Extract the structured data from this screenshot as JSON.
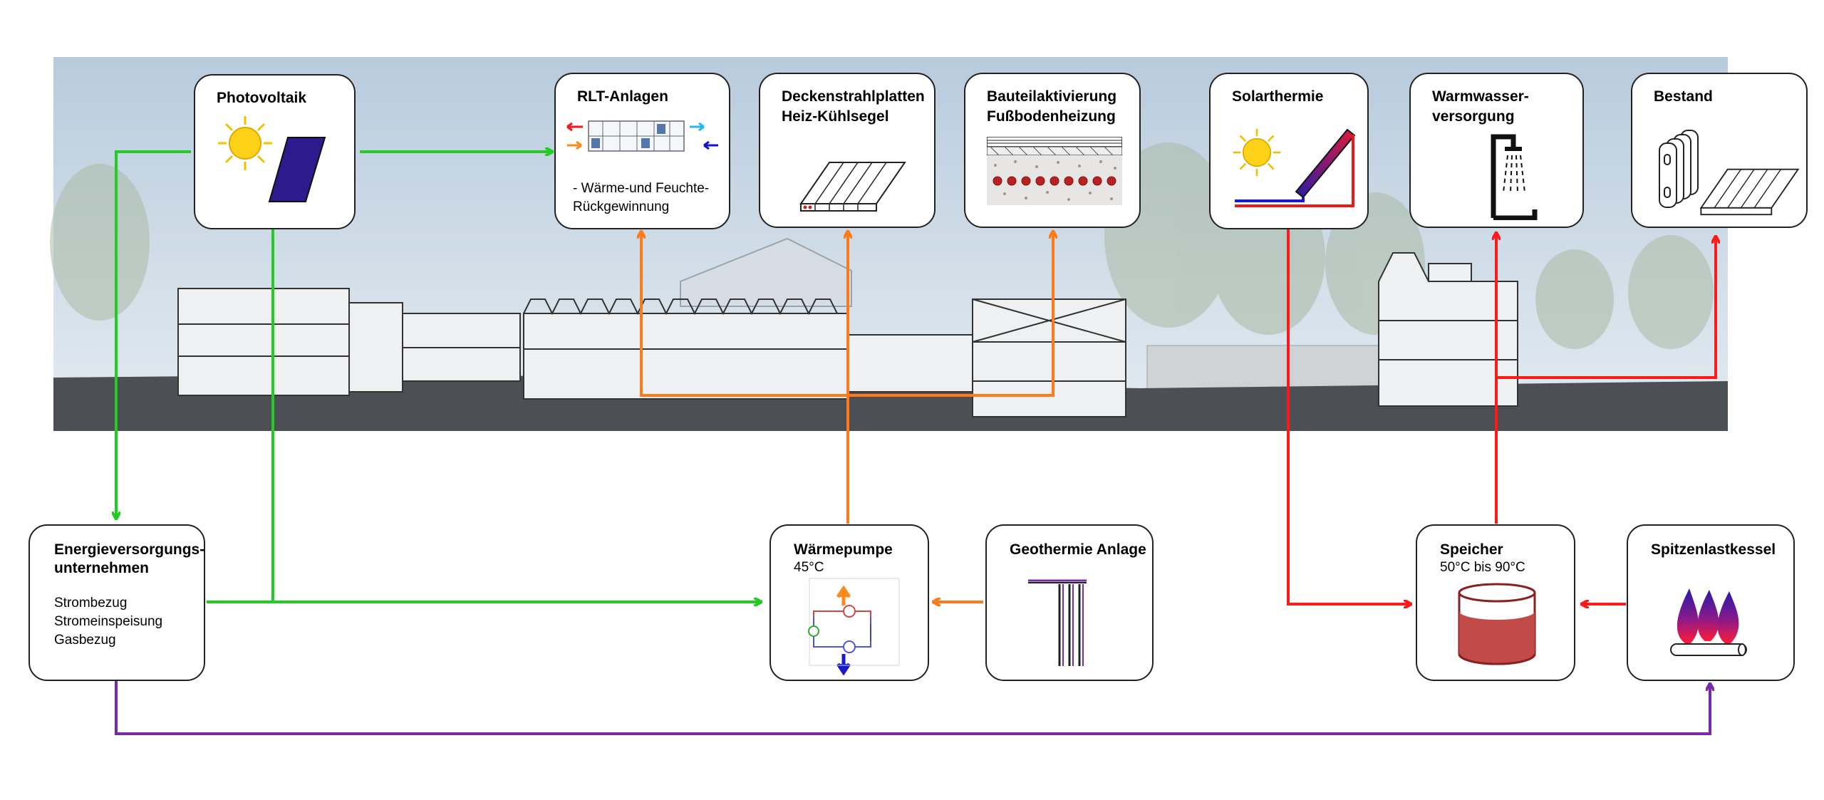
{
  "colors": {
    "electric": "#22cc22",
    "heatpump": "#ff7a1a",
    "hot": "#ff1a1a",
    "gas": "#7a2aa8",
    "sky": "#c9d8e6",
    "ground": "#4c4f53"
  },
  "boxes": {
    "photovoltaik": {
      "title": "Photovoltaik"
    },
    "rlt": {
      "title": "RLT-Anlagen",
      "text1": "- Wärme-und  Feuchte-",
      "text2": "Rückgewinnung"
    },
    "decke": {
      "title1": "Deckenstrahlplatten",
      "title2": "Heiz-Kühlsegel"
    },
    "bauteil": {
      "title1": "Bauteilaktivierung",
      "title2": "Fußbodenheizung"
    },
    "solarthermie": {
      "title": "Solarthermie"
    },
    "warmwasser": {
      "title1": "Warmwasser-",
      "title2": "versorgung"
    },
    "bestand": {
      "title": "Bestand"
    },
    "evu": {
      "title1": "Energieversorgungs-",
      "title2": "unternehmen",
      "line1": "Strombezug",
      "line2": "Stromeinspeisung",
      "line3": "Gasbezug"
    },
    "waermepumpe": {
      "title": "Wärmepumpe",
      "sub": "45°C"
    },
    "geothermie": {
      "title": "Geothermie Anlage"
    },
    "speicher": {
      "title": "Speicher",
      "sub": "50°C bis 90°C"
    },
    "spitzen": {
      "title": "Spitzenlastkessel"
    }
  }
}
